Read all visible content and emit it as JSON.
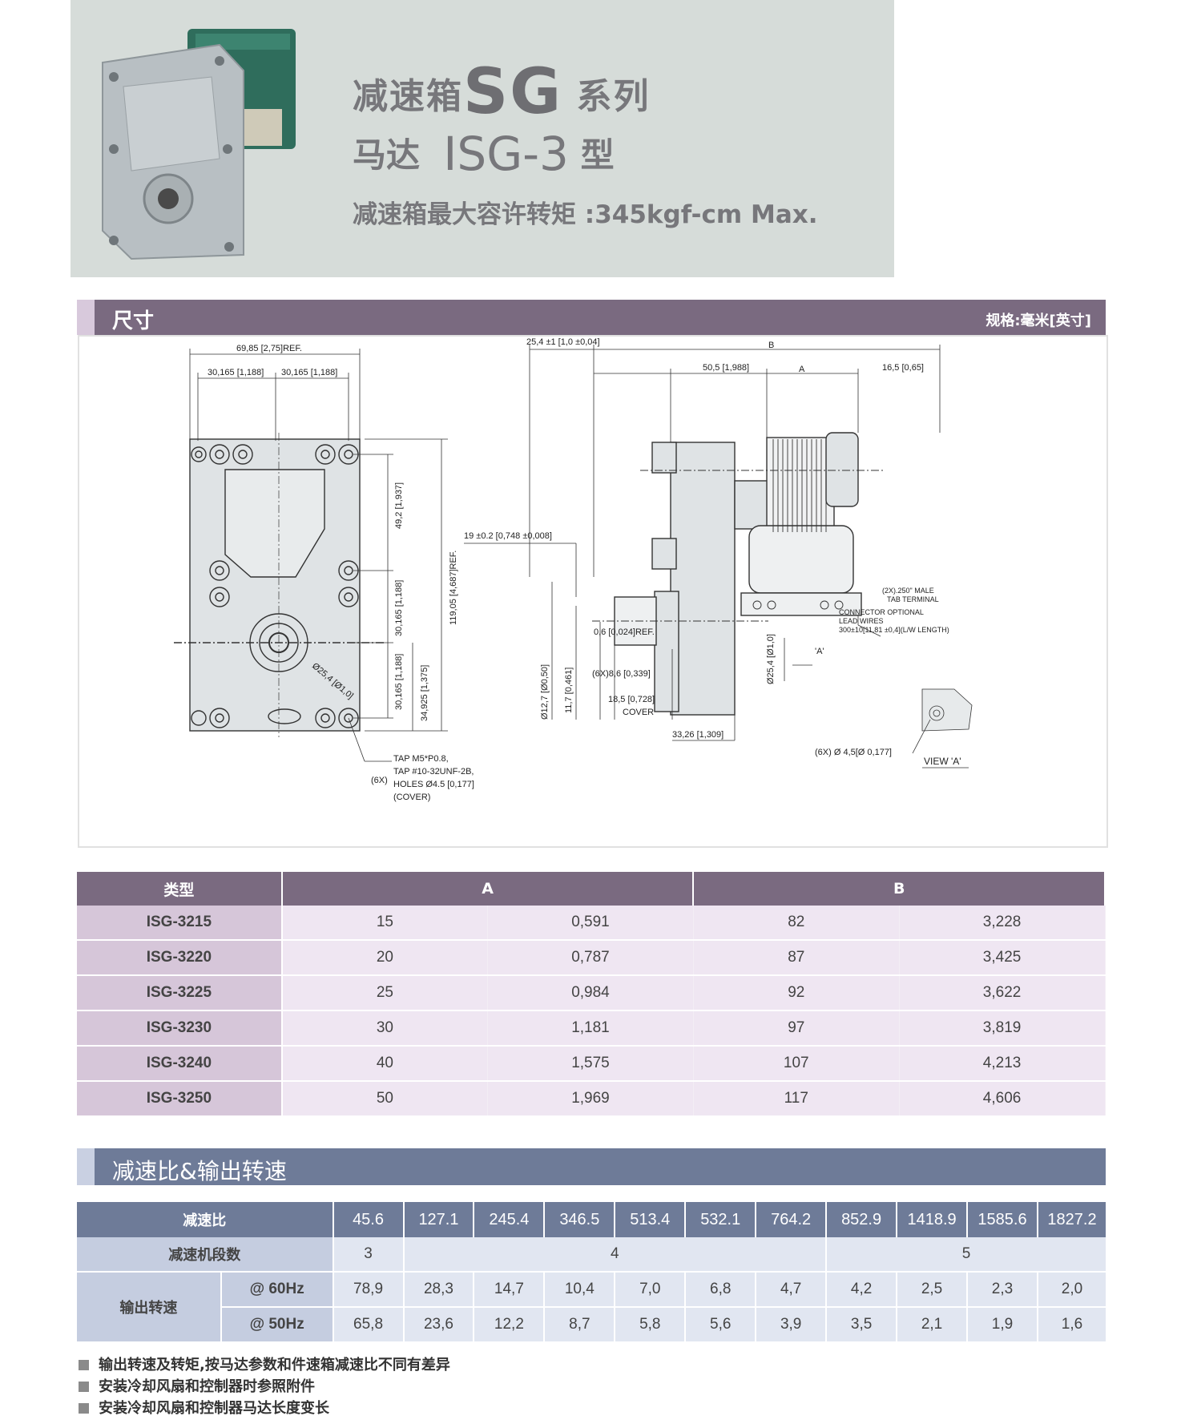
{
  "header": {
    "title_prefix": "减速箱",
    "title_series": "SG",
    "title_suffix": "系列",
    "motor_prefix": "马达",
    "motor_model": "ISG-3",
    "motor_suffix": "型",
    "torque_line": "减速箱最大容许转矩 :345kgf-cm Max."
  },
  "dimensions": {
    "title": "尺寸",
    "unit": "规格:毫米[英寸]",
    "labels": {
      "w_total": "69,85 [2,75]REF.",
      "w_half1": "30,165 [1,188]",
      "w_half2": "30,165 [1,188]",
      "h_49": "49,2 [1,937]",
      "h_30a": "30,165 [1,188]",
      "h_30b": "30,165 [1,188]",
      "h_total": "119,05 [4,687]REF.",
      "h_34": "34,925 [1,375]",
      "dia_boss": "Ø25,4 [Ø1,0]",
      "tap_qty": "(6X)",
      "tap1": "TAP M5*P0.8,",
      "tap2": "TAP #10-32UNF-2B,",
      "tap3": "HOLES Ø4.5 [0,177]",
      "tap4": "(COVER)",
      "s_25": "25,4 ±1 [1,0 ±0,04]",
      "s_B": "B",
      "s_50": "50,5 [1,988]",
      "s_A": "A",
      "s_16": "16,5 [0,65]",
      "s_19": "19 ±0.2 [0,748 ±0,008]",
      "s_06": "0,6 [0,024]REF.",
      "s_6x": "(6X)8,6 [0,339]",
      "s_185": "18,5 [0,728]",
      "s_cover": "COVER",
      "s_3326": "33,26 [1,309]",
      "s_127": "Ø12,7 [Ø0,50]",
      "s_117": "11,7 [0,461]",
      "s_254": "Ø25,4 [Ø1,0]",
      "s_tab1": "(2X).250\" MALE",
      "s_tab2": "TAB TERMINAL",
      "s_conn": "CONNECTOR OPTIONAL",
      "s_lead": "LEAD WIRES",
      "s_lead2": "300±10[11,81 ±0,4](L/W LENGTH)",
      "s_a1": "'A'",
      "s_hole": "(6X) Ø 4,5[Ø 0,177]",
      "s_view": "VIEW 'A'"
    }
  },
  "size_table": {
    "headers": [
      "类型",
      "A",
      "B"
    ],
    "rows": [
      [
        "ISG-3215",
        "15",
        "0,591",
        "82",
        "3,228"
      ],
      [
        "ISG-3220",
        "20",
        "0,787",
        "87",
        "3,425"
      ],
      [
        "ISG-3225",
        "25",
        "0,984",
        "92",
        "3,622"
      ],
      [
        "ISG-3230",
        "30",
        "1,181",
        "97",
        "3,819"
      ],
      [
        "ISG-3240",
        "40",
        "1,575",
        "107",
        "4,213"
      ],
      [
        "ISG-3250",
        "50",
        "1,969",
        "117",
        "4,606"
      ]
    ]
  },
  "speed": {
    "title": "减速比&输出转速",
    "ratio_label": "减速比",
    "ratios": [
      "45.6",
      "127.1",
      "245.4",
      "346.5",
      "513.4",
      "532.1",
      "764.2",
      "852.9",
      "1418.9",
      "1585.6",
      "1827.2"
    ],
    "stages_label": "减速机段数",
    "stages": [
      "3",
      "4",
      "5"
    ],
    "output_label": "输出转速",
    "hz60_label": "@ 60Hz",
    "hz60": [
      "78,9",
      "28,3",
      "14,7",
      "10,4",
      "7,0",
      "6,8",
      "4,7",
      "4,2",
      "2,5",
      "2,3",
      "2,0"
    ],
    "hz50_label": "@ 50Hz",
    "hz50": [
      "65,8",
      "23,6",
      "12,2",
      "8,7",
      "5,8",
      "5,6",
      "3,9",
      "3,5",
      "2,1",
      "1,9",
      "1,6"
    ]
  },
  "notes": [
    "输出转速及转矩,按马达参数和件速箱减速比不同有差异",
    "安装冷却风扇和控制器时参照附件",
    "安装冷却风扇和控制器马达长度变长"
  ]
}
